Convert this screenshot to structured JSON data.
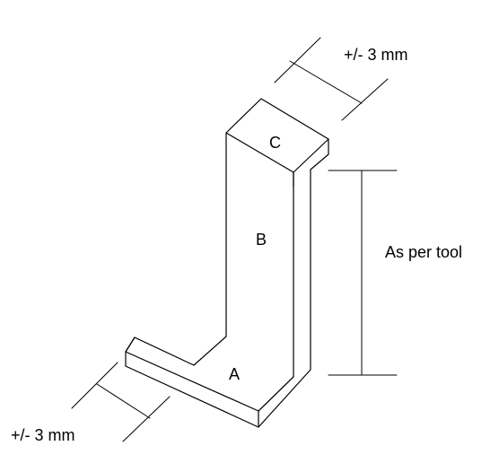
{
  "diagram": {
    "faces": {
      "a": "A",
      "b": "B",
      "c": "C"
    },
    "dimensions": {
      "top_tolerance": "+/- 3 mm",
      "height": "As per tool",
      "bottom_tolerance": "+/- 3 mm"
    }
  },
  "colors": {
    "line": "#000000",
    "background": "#ffffff"
  }
}
